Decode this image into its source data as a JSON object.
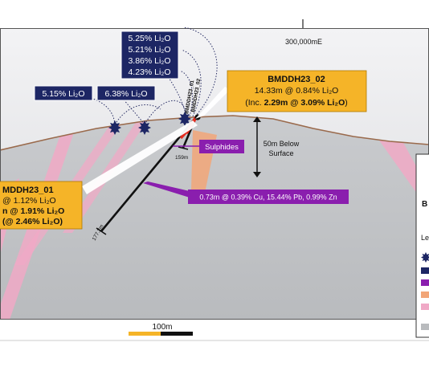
{
  "easting_label": "300,000mE",
  "dark_callouts": {
    "group_top": [
      "5.25% Li₂O",
      "5.21% Li₂O",
      "3.86% Li₂O",
      "4.23% Li₂O"
    ],
    "left": "5.15% Li₂O",
    "middle": "6.38% Li₂O"
  },
  "drill_labels": {
    "hole_a": "BMDDH23_01",
    "hole_b": "BMDDH23_02"
  },
  "callout_02": {
    "title": "BMDDH23_02",
    "line1": "14.33m @ 0.84% Li₂O",
    "line2_prefix": "(Inc. ",
    "line2_bold": "2.29m @ 3.09% Li₂O",
    "line2_suffix": ")"
  },
  "callout_01": {
    "title": "MDDH23_01",
    "line1": "@ 1.12% Li₂O",
    "line2_prefix": "n @ ",
    "line2_bold": "1.91% Li₂O",
    "line3_prefix": "(",
    "line3_bold": "@ 2.46% Li₂O",
    "line3_suffix": ")"
  },
  "sulphides_label": "Sulphides",
  "sulphide_intercept": "0.73m @ 0.39% Cu, 15.44% Pb, 0.99% Zn",
  "depth_label": [
    "50m Below",
    "Surface"
  ],
  "depth_159": "159m",
  "depth_177": "177.2m",
  "scale_label": "100m",
  "legend": {
    "title_fragment": "B",
    "subtitle_fragment": "Le"
  },
  "colors": {
    "sky": "#e2e3e6",
    "ground": "#c6c8cb",
    "pegmatite": "#f0a9c6",
    "sulphide_purple": "#8a1eae",
    "navy": "#1d2664",
    "callout_gold": "#f5b428",
    "surface_brown": "#9a6a4c",
    "orange_zone": "#f2a678"
  }
}
